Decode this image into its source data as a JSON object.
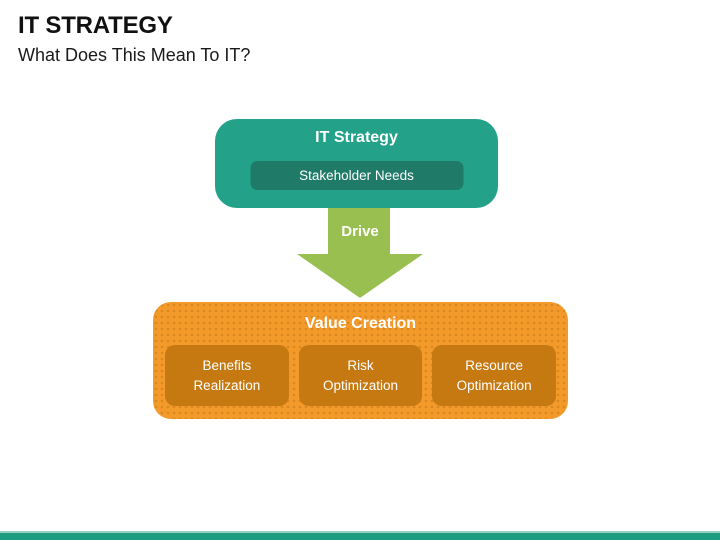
{
  "slide": {
    "title": "IT STRATEGY",
    "subtitle": "What Does This Mean To IT?"
  },
  "diagram": {
    "top_box": {
      "title": "IT Strategy",
      "item": "Stakeholder Needs"
    },
    "arrow": {
      "label": "Drive",
      "direction": "down"
    },
    "bottom_box": {
      "title": "Value Creation",
      "items": [
        "Benefits Realization",
        "Risk Optimization",
        "Resource Optimization"
      ]
    }
  },
  "colors": {
    "top_box": "#23A189",
    "top_box_inner": "#1F7A67",
    "arrow": "#99BF50",
    "bottom_box": "#F39A2B",
    "bottom_box_inner": "#C67911",
    "footer_bar": "#1E9C81",
    "footer_bar_highlight": "#9AD0C3",
    "title_text": "#111111",
    "box_text": "#FFFFFF"
  }
}
